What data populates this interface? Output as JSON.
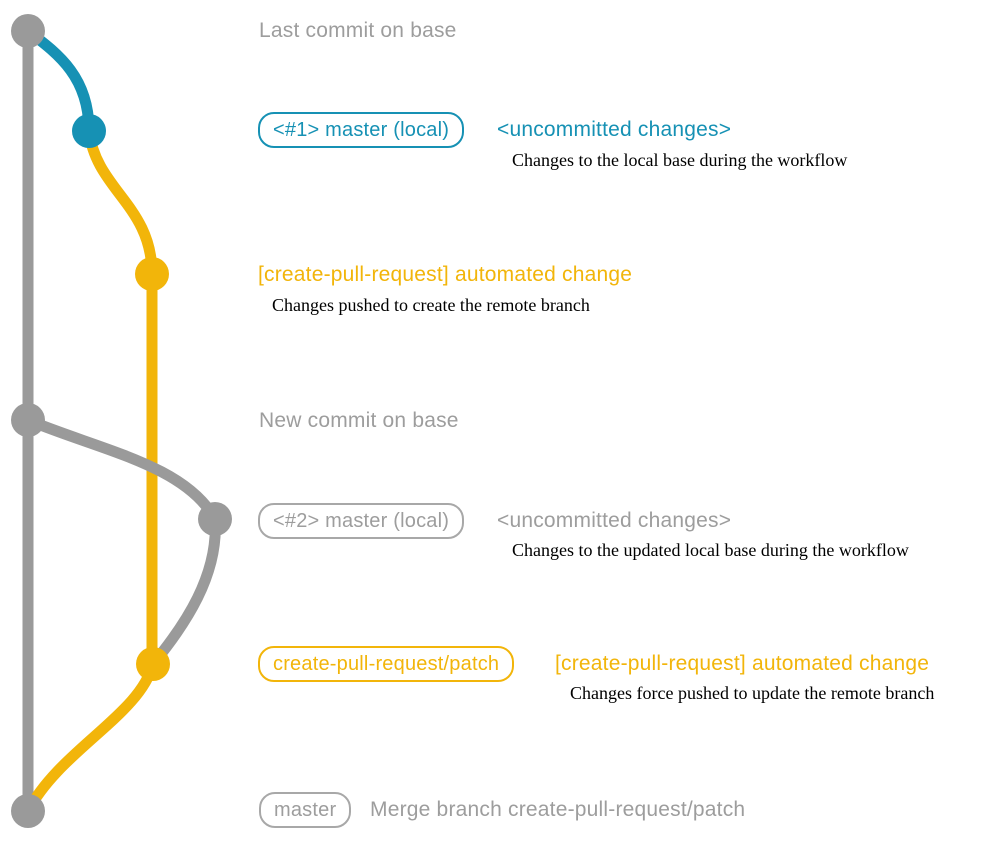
{
  "colors": {
    "branch_gray": "#9a9a9a",
    "branch_blue": "#1691b4",
    "branch_yellow": "#f2b50a",
    "label_gray": "#9d9d9d",
    "description_black": "#000000"
  },
  "graph": {
    "type": "git-graph",
    "branches": [
      {
        "name": "base",
        "color": "#9a9a9a"
      },
      {
        "name": "master-local",
        "color": "#1691b4"
      },
      {
        "name": "create-pull-request/patch",
        "color": "#f2b50a"
      }
    ],
    "commits": [
      {
        "id": "last-commit-on-base",
        "branch": "base",
        "color": "#9a9a9a"
      },
      {
        "id": "uncommitted-changes-1",
        "branch": "master-local",
        "color": "#1691b4"
      },
      {
        "id": "automated-change-1",
        "branch": "create-pull-request/patch",
        "color": "#f2b50a"
      },
      {
        "id": "new-commit-on-base",
        "branch": "base",
        "color": "#9a9a9a"
      },
      {
        "id": "uncommitted-changes-2",
        "branch": "master-local",
        "color": "#9a9a9a"
      },
      {
        "id": "automated-change-2",
        "branch": "create-pull-request/patch",
        "color": "#f2b50a"
      },
      {
        "id": "merge-commit",
        "branch": "base",
        "color": "#9a9a9a"
      }
    ]
  },
  "annotations": {
    "last_commit_label": "Last commit on base",
    "row1_badge": "<#1> master (local)",
    "row1_title": "<uncommitted changes>",
    "row1_desc": "Changes to the local base during the workflow",
    "row2_title": "[create-pull-request] automated change",
    "row2_desc": "Changes pushed to create the remote branch",
    "new_commit_label": "New commit on base",
    "row3_badge": "<#2> master (local)",
    "row3_title": "<uncommitted changes>",
    "row3_desc": "Changes to the updated local base during the workflow",
    "row4_badge": "create-pull-request/patch",
    "row4_title": "[create-pull-request] automated change",
    "row4_desc": "Changes force pushed to update the remote branch",
    "merge_badge": "master",
    "merge_label": "Merge branch create-pull-request/patch"
  }
}
